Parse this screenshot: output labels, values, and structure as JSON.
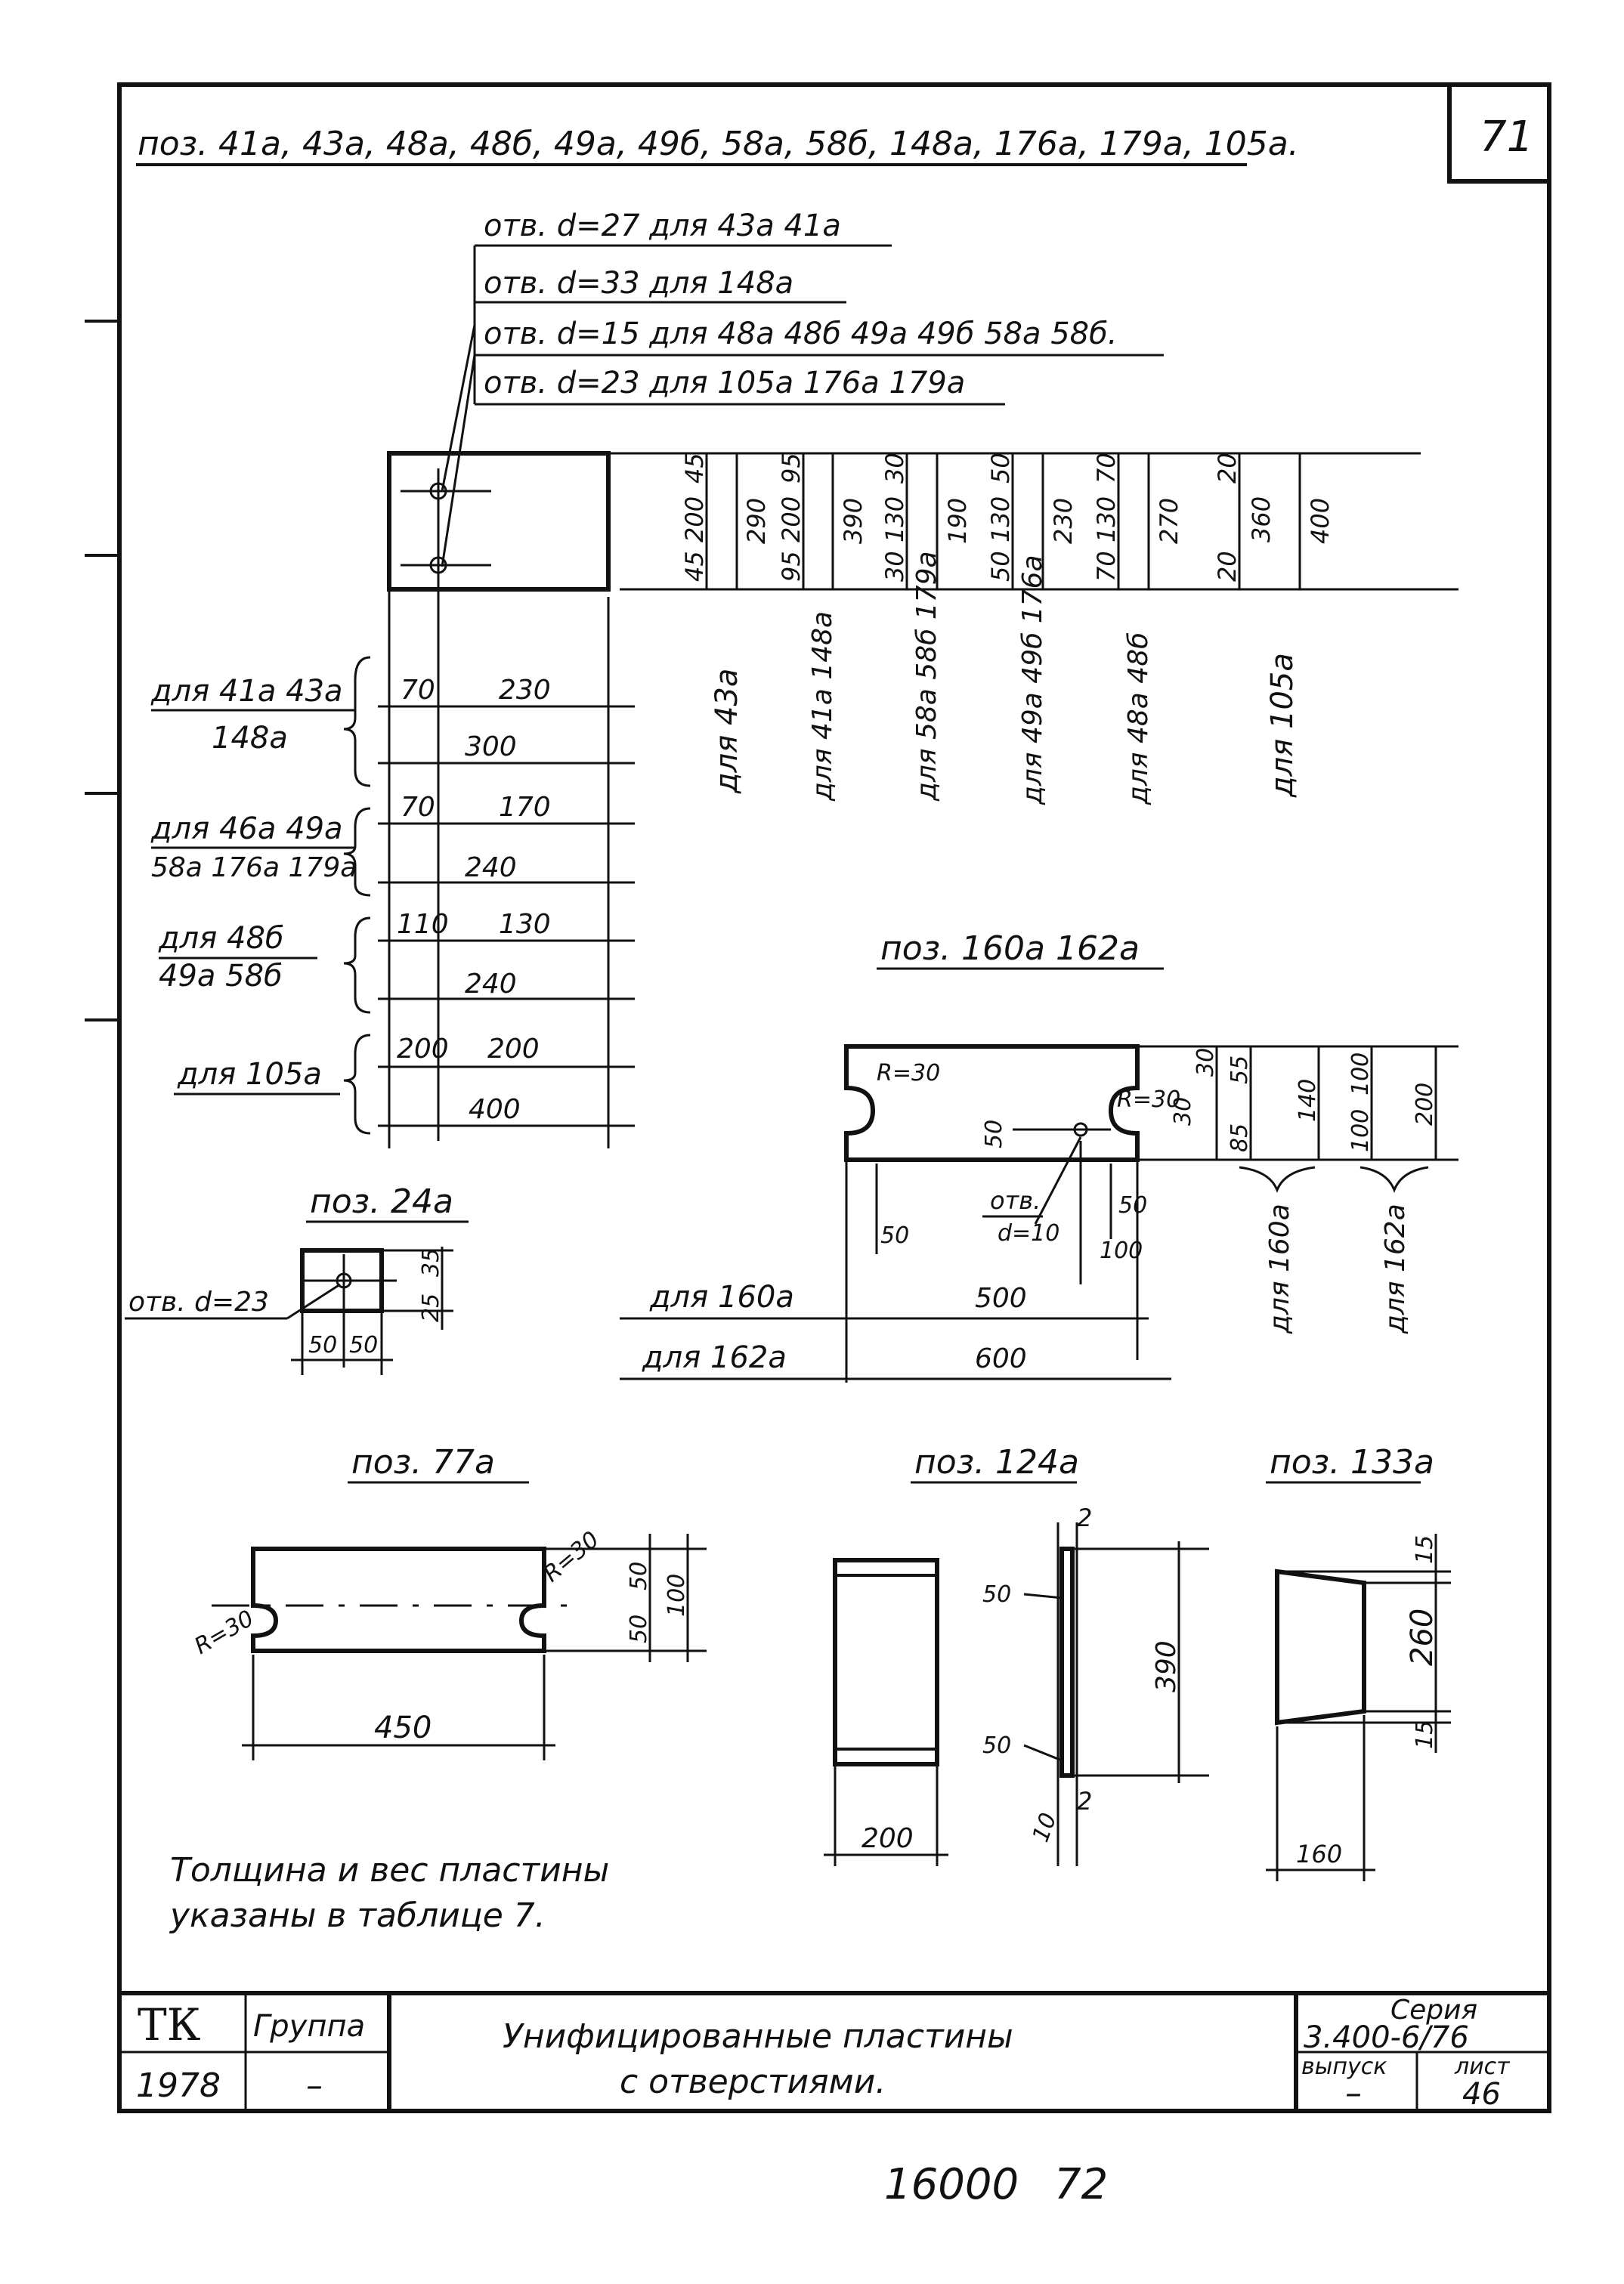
{
  "header": {
    "positions_line": "поз. 41а, 43а, 48а, 48б, 49а, 49б, 58а, 58б, 148а, 176а, 179а, 105а.",
    "page_number": "71"
  },
  "hole_notes": [
    "отв. d=27 для 43а 41а",
    "отв. d=33 для 148а",
    "отв. d=15 для 48а 48б 49а 49б 58а 58б.",
    "отв. d=23 для 105а 176а 179а"
  ],
  "vertical_dims": [
    {
      "top": "45",
      "mid": "200",
      "bot": "45",
      "total": "290",
      "label": "для 43а"
    },
    {
      "top": "95",
      "mid": "200",
      "bot": "95",
      "total": "390",
      "label": "для 41а 148а"
    },
    {
      "top": "30",
      "mid": "130",
      "bot": "30",
      "total": "190",
      "label": "для 58а 58б 179а"
    },
    {
      "top": "50",
      "mid": "130",
      "bot": "50",
      "total": "230",
      "label": "для 49а 49б 176а"
    },
    {
      "top": "70",
      "mid": "130",
      "bot": "70",
      "total": "270",
      "label": "для 48а 48б"
    },
    {
      "top": "20",
      "mid": "360",
      "bot": "20",
      "total": "400",
      "label": "для 105а"
    }
  ],
  "horizontal_dims": [
    {
      "label_line1": "для 41а 43а",
      "label_line2": "148а",
      "a": "70",
      "b": "230",
      "total": "300"
    },
    {
      "label_line1": "для 46а 49а",
      "label_line2": "58а 176а 179а",
      "a": "70",
      "b": "170",
      "total": "240"
    },
    {
      "label_line1": "для 48б",
      "label_line2": "49а 58б",
      "a": "110",
      "b": "130",
      "total": "240"
    },
    {
      "label_line1": "для 105а",
      "label_line2": "",
      "a": "200",
      "b": "200",
      "total": "400"
    }
  ],
  "pos160": {
    "title": "поз. 160а 162а",
    "radius_left": "R=30",
    "radius_right": "R=30",
    "dim_50_inner": "50",
    "hole_label_1": "отв.",
    "hole_label_2": "d=10",
    "dim_50_left": "50",
    "dim_50_right": "50",
    "dim_100": "100",
    "right_30a": "30",
    "right_30b": "30",
    "right_55": "55",
    "right_85": "85",
    "right_140": "140",
    "right_100a": "100",
    "right_100b": "100",
    "right_200": "200",
    "label_160": "для 160а",
    "label_162": "для 162а",
    "len_500": "500",
    "len_600": "600",
    "vlabel_160": "для 160а",
    "vlabel_162": "для 162а"
  },
  "pos24": {
    "title": "поз. 24а",
    "hole": "отв. d=23",
    "d35": "35",
    "d25": "25",
    "d50a": "50",
    "d50b": "50"
  },
  "pos77": {
    "title": "поз. 77а",
    "r_left": "R=30",
    "r_right": "R=30",
    "d50a": "50",
    "d50b": "50",
    "d100": "100",
    "len": "450"
  },
  "pos124": {
    "title": "поз. 124а",
    "top2": "2",
    "bot2": "2",
    "a50top": "50",
    "a50bot": "50",
    "h390": "390",
    "w200": "200",
    "t10": "10"
  },
  "pos133": {
    "title": "поз. 133а",
    "d15top": "15",
    "d260": "260",
    "d15bot": "15",
    "w160": "160"
  },
  "note": {
    "line1": "Толщина и вес пластины",
    "line2": "указаны в таблице 7."
  },
  "title_block": {
    "tk": "ТК",
    "group_label": "Группа",
    "year": "1978",
    "group_value": "–",
    "title_line1": "Унифицированные пластины",
    "title_line2": "с отверстиями.",
    "series_label": "Серия",
    "series_value": "3.400-6/76",
    "issue_label": "выпуск",
    "issue_value": "–",
    "sheet_label": "лист",
    "sheet_value": "46"
  },
  "footer": {
    "code": "16000",
    "number": "72"
  }
}
